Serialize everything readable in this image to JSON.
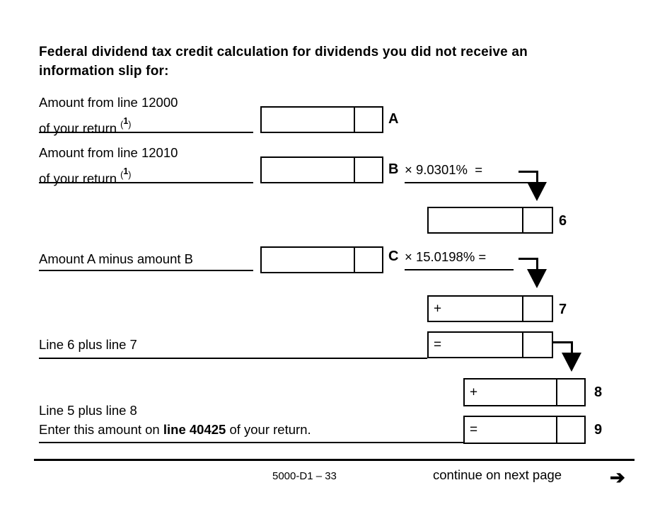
{
  "document": {
    "heading": "Federal dividend tax credit calculation for dividends you did not receive an information slip for:"
  },
  "rows": [
    {
      "id": "row-a",
      "label_line1": "Amount from line 12000",
      "label_line2": "of your return",
      "footnote": "1",
      "letter": "A"
    },
    {
      "id": "row-b",
      "label_line1": "Amount from line 12010",
      "label_line2": "of your return",
      "footnote": "1",
      "letter": "B",
      "rate": "× 9.0301%  =",
      "result_line": "6"
    },
    {
      "id": "row-c",
      "label_line1": "Amount A minus amount B",
      "letter": "C",
      "rate": "× 15.0198% =",
      "result_line": "7",
      "result_operator": "+"
    },
    {
      "id": "row-line8",
      "label_line1": "Line 6 plus line 7",
      "result_line": "8",
      "sum_operator": "=",
      "carry_operator": "+"
    },
    {
      "id": "row-line9",
      "label_line1": "Line 5 plus line 8",
      "label_line2_prefix": "Enter this amount on ",
      "label_line2_bold": "line 40425",
      "label_line2_suffix": " of your return.",
      "result_line": "9",
      "final_operator": "="
    }
  ],
  "footer": {
    "form_code": "5000-D1 – 33",
    "continue_text": "continue on next page",
    "continue_arrow": "➔"
  }
}
